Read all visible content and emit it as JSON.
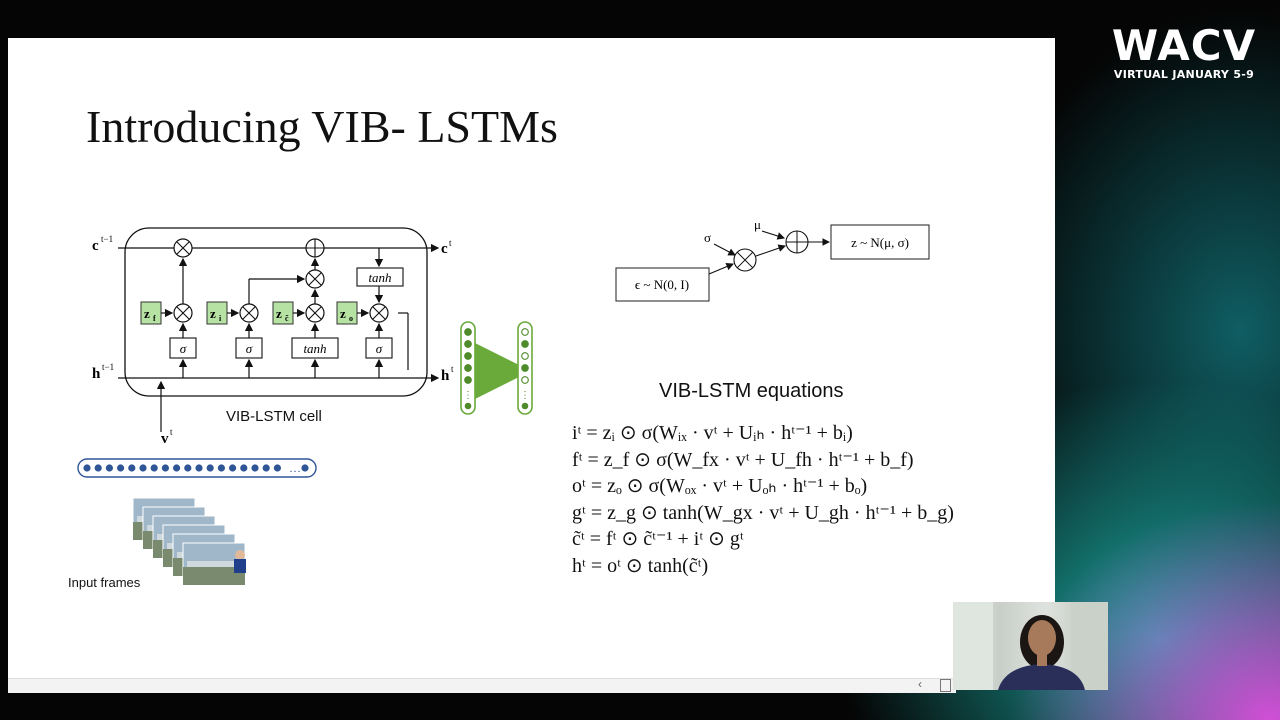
{
  "brand": {
    "title": "WACV",
    "subtitle": "VIRTUAL JANUARY 5-9"
  },
  "slide": {
    "title": "Introducing VIB- LSTMs",
    "cell_caption": "VIB-LSTM cell",
    "input_caption": "Input frames",
    "equations_title": "VIB-LSTM equations",
    "equations": [
      "iᵗ = zᵢ ⊙ σ(Wᵢₓ · vᵗ + Uᵢₕ · hᵗ⁻¹ + bᵢ)",
      "fᵗ = z_f ⊙ σ(W_fx · vᵗ + U_fh · hᵗ⁻¹ + b_f)",
      "oᵗ = zₒ ⊙ σ(Wₒₓ · vᵗ + Uₒₕ · hᵗ⁻¹ + bₒ)",
      "gᵗ = z_g ⊙ tanh(W_gx · vᵗ + U_gh · hᵗ⁻¹ + b_g)",
      "c̃ᵗ = fᵗ ⊙ c̃ᵗ⁻¹ + iᵗ ⊙ gᵗ",
      "hᵗ = oᵗ ⊙ tanh(c̃ᵗ)"
    ],
    "lstm": {
      "c_prev": "c",
      "c_prev_sup": "t−1",
      "c_next": "c",
      "c_next_sup": "t",
      "h_prev": "h",
      "h_prev_sup": "t−1",
      "h_next": "h",
      "h_next_sup": "t",
      "v_in": "v",
      "v_in_sup": "t",
      "gates": [
        "z",
        "z",
        "z",
        "z"
      ],
      "gate_subs": [
        "f",
        "i",
        "c̃",
        "o"
      ],
      "act_boxes": [
        "σ",
        "σ",
        "tanh",
        "σ"
      ],
      "tanh_box": "tanh",
      "gate_color": "#b6e3a3"
    },
    "reparam": {
      "sigma": "σ",
      "mu": "μ",
      "eps_box": "ϵ ~ N(0, I)",
      "z_box": "z ~ N(μ, σ)"
    },
    "arrow_color": "#6aaa3a",
    "dot_color": "#2f5597"
  },
  "controls": {
    "prev": "‹"
  }
}
